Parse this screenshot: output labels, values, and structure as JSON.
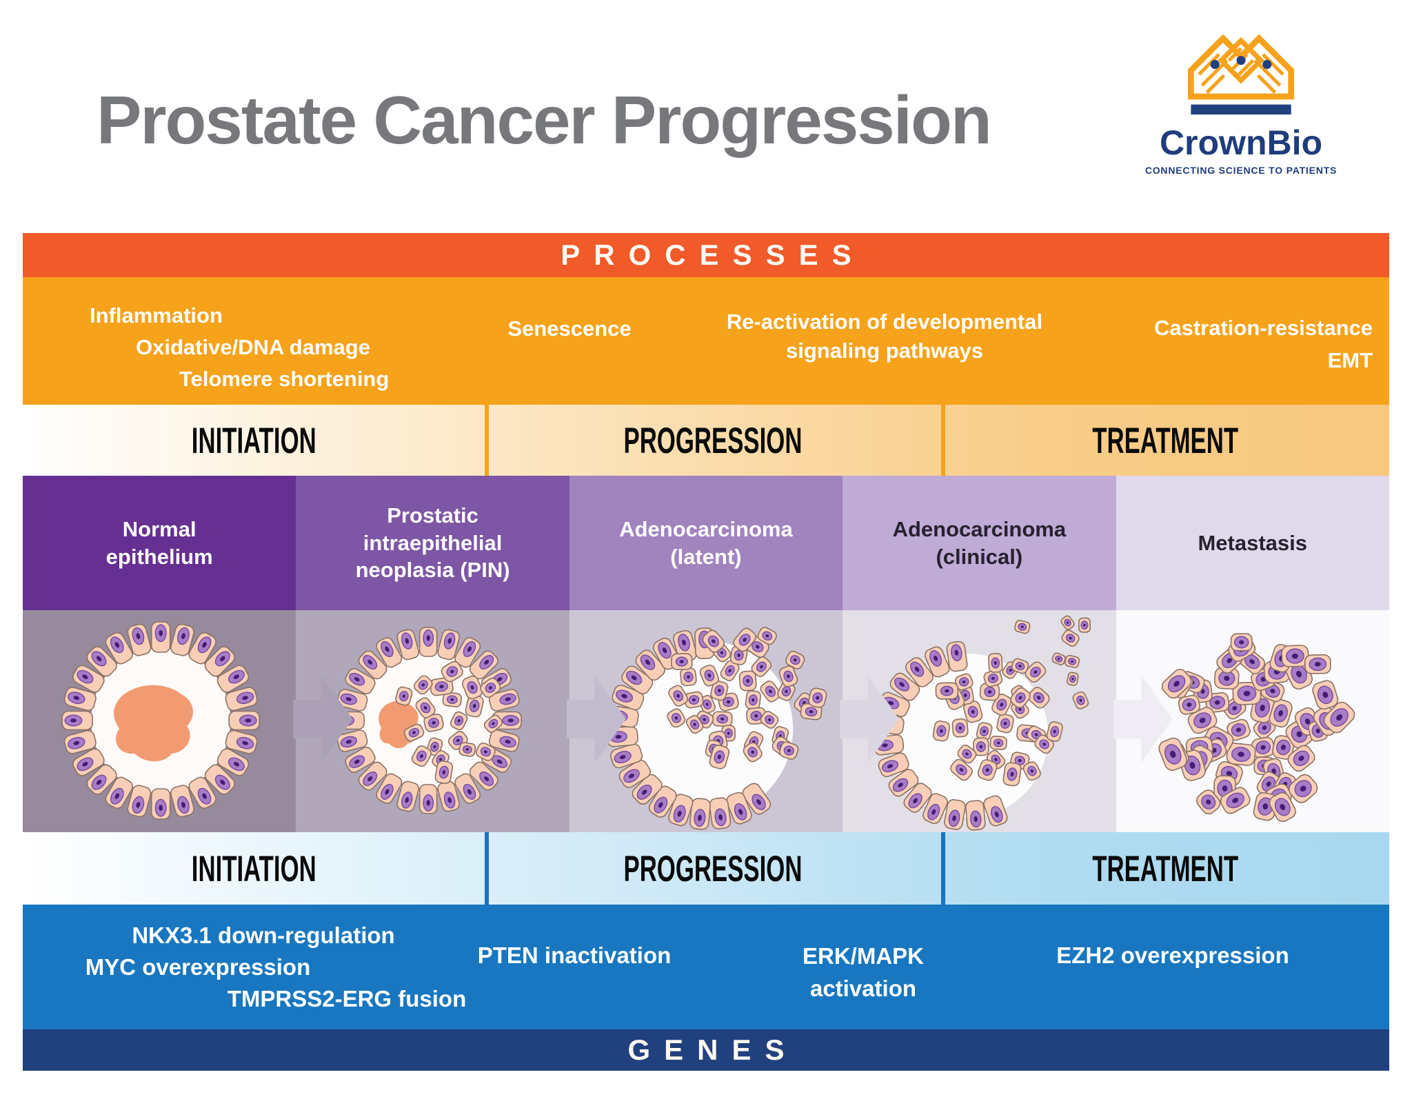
{
  "header": {
    "title": "Prostate Cancer Progression",
    "logo": {
      "brand": "CrownBio",
      "tagline": "CONNECTING SCIENCE TO PATIENTS"
    }
  },
  "process_section": {
    "bar_label": "PROCESSES",
    "groups": {
      "initiation": [
        "Inflammation",
        "Oxidative/DNA damage",
        "Telomere shortening"
      ],
      "senescence": "Senescence",
      "reactivation": "Re-activation of developmental signaling pathways",
      "treatment": [
        "Castration-resistance",
        "EMT"
      ]
    }
  },
  "phases_top": [
    "INITIATION",
    "PROGRESSION",
    "TREATMENT"
  ],
  "stages": [
    "Normal epithelium",
    "Prostatic intraepithelial neoplasia (PIN)",
    "Adenocarcinoma (latent)",
    "Adenocarcinoma (clinical)",
    "Metastasis"
  ],
  "phases_bottom": [
    "INITIATION",
    "PROGRESSION",
    "TREATMENT"
  ],
  "gene_section": {
    "bar_label": "GENES",
    "items": [
      "NKX3.1 down-regulation",
      "MYC overexpression",
      "TMPRSS2-ERG fusion",
      "PTEN inactivation",
      "ERK/MAPK activation",
      "EZH2 overexpression"
    ]
  },
  "colors": {
    "processes_bar": "#f15a29",
    "process_band": "#f7a21b",
    "phase_divider_top": "#f5a31c",
    "stage_fills": [
      "#663093",
      "#7d56a5",
      "#a183be",
      "#c0aad6",
      "#e0d8eb"
    ],
    "figure_fills": [
      "#978a9d",
      "#b0a8ba",
      "#ccc6d4",
      "#e2dfe6",
      "#faf9fb"
    ],
    "phase_divider_bottom": "#1b74bb",
    "genes_band": "#1877c0",
    "genes_bar": "#21407e",
    "title_gray": "#77787b",
    "logo_navy": "#1f3d7c",
    "logo_orange": "#f6a21c"
  }
}
